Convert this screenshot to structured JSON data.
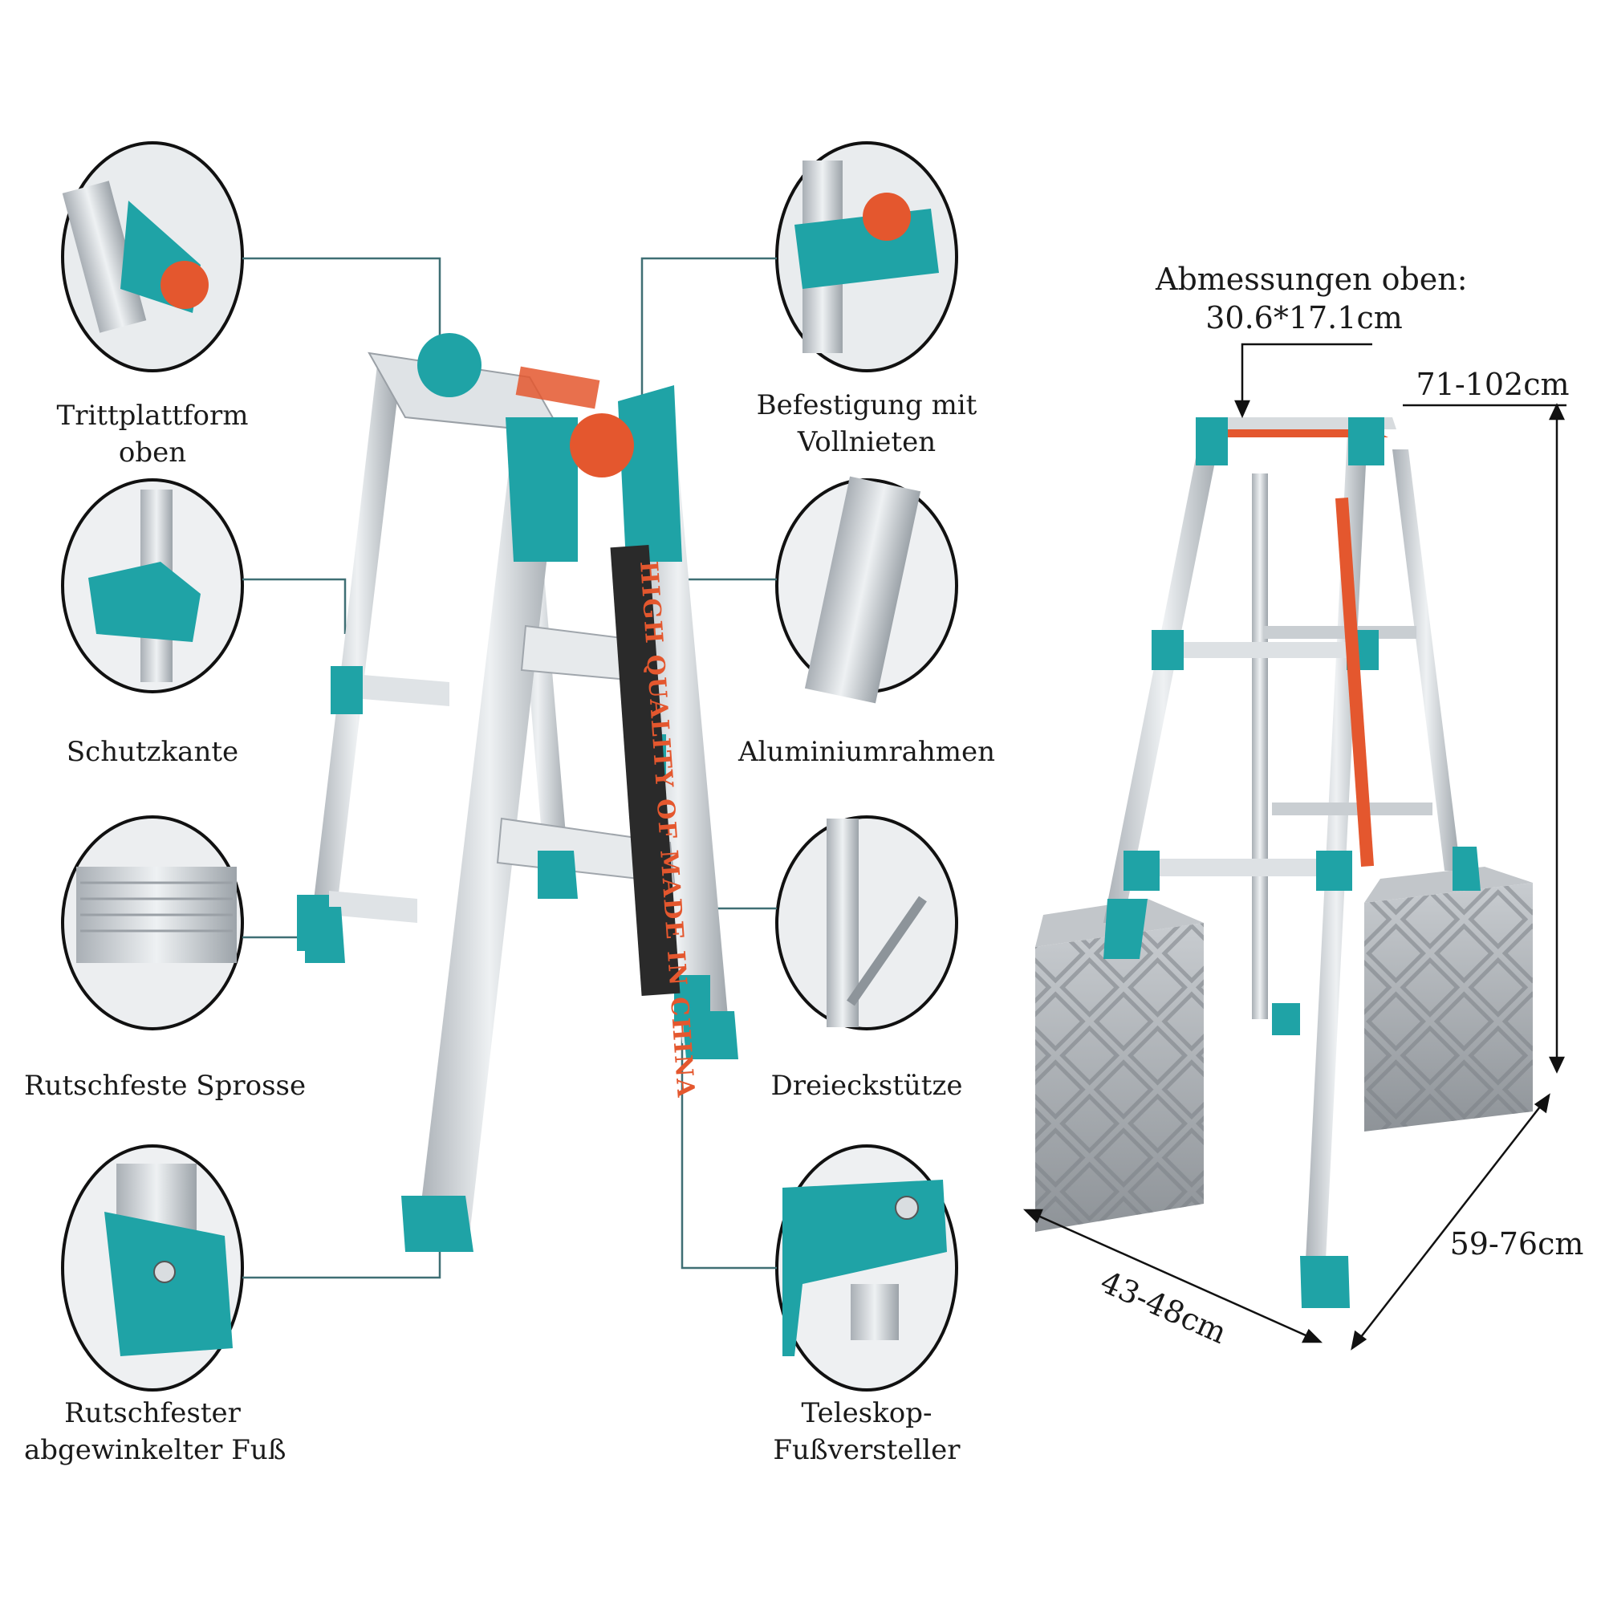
{
  "features_left": [
    {
      "label_line1": "Trittplattform",
      "label_line2": "oben"
    },
    {
      "label_line1": "Schutzkante",
      "label_line2": ""
    },
    {
      "label_line1": "Rutschfeste Sprosse",
      "label_line2": ""
    },
    {
      "label_line1": "Rutschfester",
      "label_line2": "abgewinkelter Fuß"
    }
  ],
  "features_right": [
    {
      "label_line1": "Befestigung mit",
      "label_line2": "Vollnieten"
    },
    {
      "label_line1": "Aluminiumrahmen",
      "label_line2": ""
    },
    {
      "label_line1": "Dreieckstütze",
      "label_line2": ""
    },
    {
      "label_line1": "Teleskop-",
      "label_line2": "Fußversteller"
    }
  ],
  "ladder_side_text": "HIGH QUALITY OF MADE IN CHINA",
  "dimensions": {
    "top_label_line1": "Abmessungen oben:",
    "top_label_line2": "30.6*17.1cm",
    "height": "71-102cm",
    "width": "43-48cm",
    "depth": "59-76cm"
  },
  "colors": {
    "accent": "#1fa3a6",
    "aluminium": "#c9ced3",
    "stripe": "#e4572e",
    "leader": "#3f6f74"
  }
}
